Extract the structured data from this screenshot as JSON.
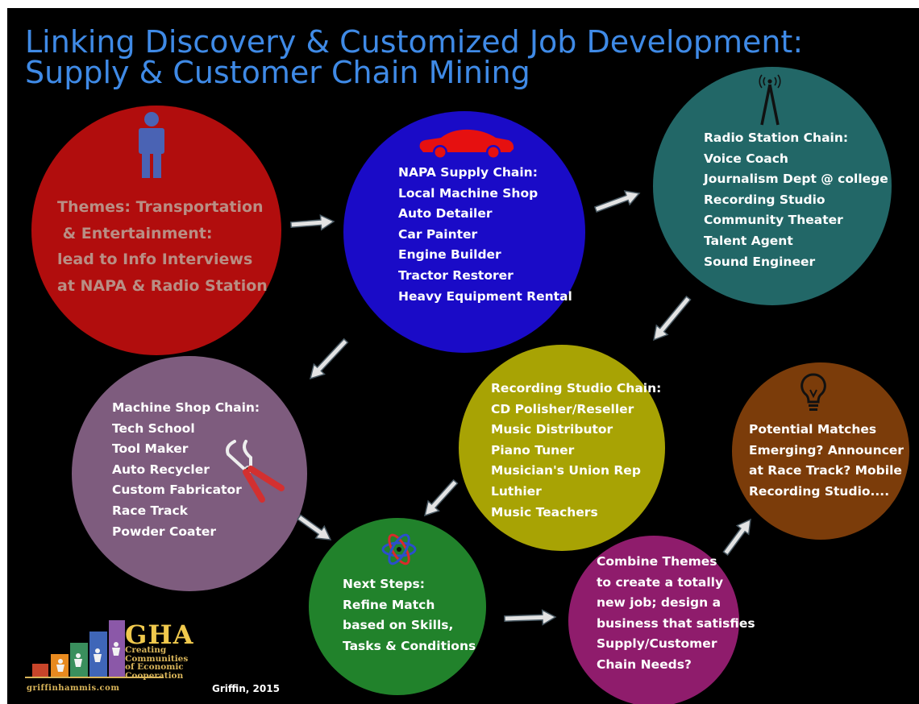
{
  "title": {
    "line1": "Linking Discovery & Customized Job Development:",
    "line2": "Supply & Customer Chain Mining"
  },
  "nodes": {
    "themes": {
      "color": "#b10d0d",
      "icon": "person-icon",
      "lines": [
        "Themes: Transportation",
        " & Entertainment:",
        "lead to Info Interviews",
        "at NAPA & Radio Station"
      ]
    },
    "napa": {
      "color": "#1a0bc7",
      "icon": "car-icon",
      "lines": [
        "NAPA Supply Chain:",
        "Local Machine Shop",
        "Auto Detailer",
        "Car Painter",
        "Engine Builder",
        "Tractor Restorer",
        "Heavy Equipment Rental"
      ]
    },
    "radio": {
      "color": "#226767",
      "icon": "radio-tower-icon",
      "lines": [
        "Radio Station Chain:",
        "Voice Coach",
        "Journalism Dept @ college",
        "Recording Studio",
        "Community Theater",
        "Talent Agent",
        "Sound Engineer"
      ]
    },
    "machine_shop": {
      "color": "#7e5c7e",
      "icon": "pliers-icon",
      "lines": [
        "Machine Shop Chain:",
        "Tech School",
        "Tool Maker",
        "Auto Recycler",
        "Custom Fabricator",
        "Race Track",
        "Powder Coater"
      ]
    },
    "recording_studio": {
      "color": "#a8a304",
      "lines": [
        "Recording Studio Chain:",
        "CD Polisher/Reseller",
        "Music Distributor",
        "Piano Tuner",
        "Musician's Union Rep",
        "Luthier",
        "Music Teachers"
      ]
    },
    "next_steps": {
      "color": "#21822b",
      "icon": "atom-icon",
      "lines": [
        "Next Steps:",
        "Refine Match",
        "based on Skills,",
        "Tasks & Conditions"
      ]
    },
    "combine": {
      "color": "#8f1c6c",
      "lines": [
        "Combine Themes",
        "to create a totally",
        "new job; design a",
        "business that satisfies",
        "Supply/Customer",
        "Chain Needs?"
      ]
    },
    "potential": {
      "color": "#7b3c0a",
      "icon": "lightbulb-icon",
      "lines": [
        "Potential Matches",
        "Emerging? Announcer",
        "at Race Track? Mobile",
        "Recording Studio...."
      ]
    }
  },
  "logo": {
    "name": "GHA",
    "tagline": "Creating\nCommunities\nof Economic\nCooperation",
    "website": "griffinhammis.com"
  },
  "credit": "Griffin, 2015",
  "colors": {
    "background": "#000000",
    "title": "#3f8ae6",
    "arrow_fill": "#e3e3e3",
    "arrow_edge": "#4a5a64"
  }
}
